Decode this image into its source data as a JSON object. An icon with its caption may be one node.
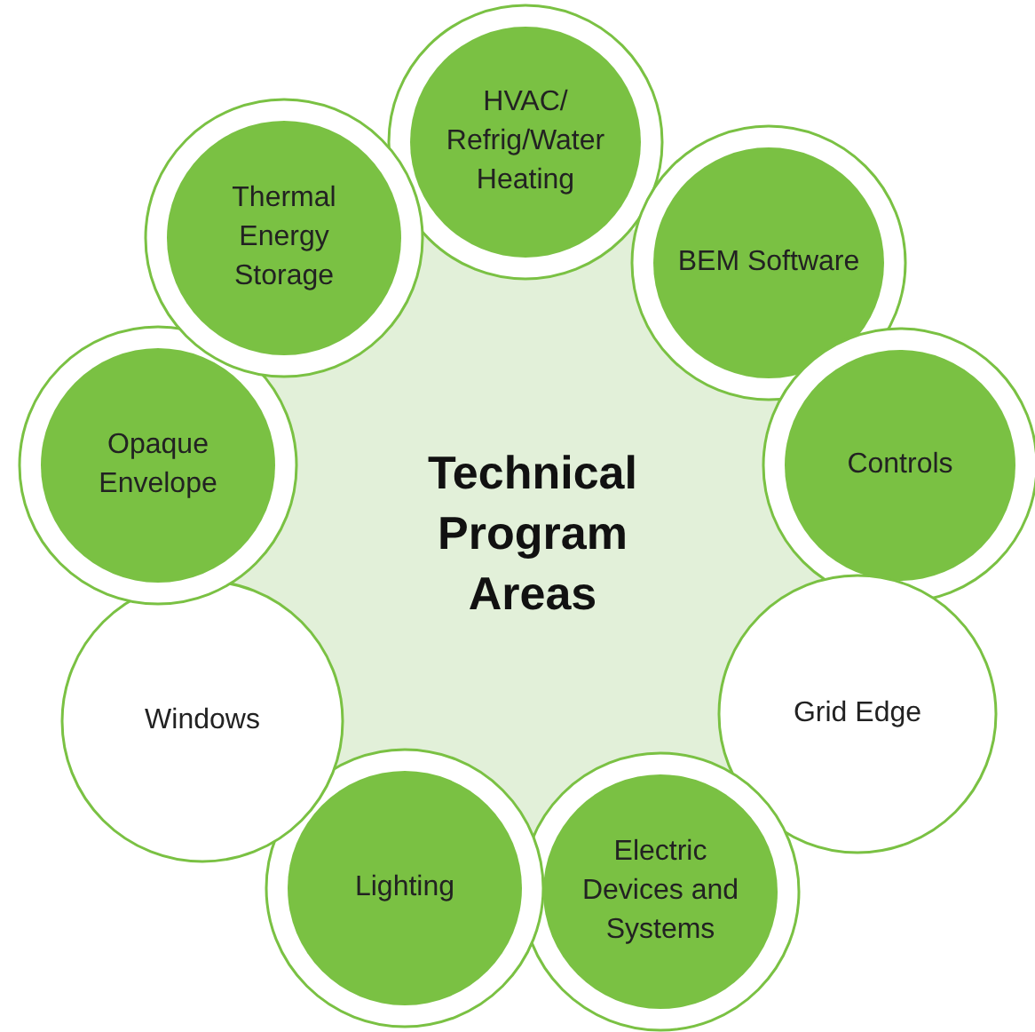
{
  "diagram": {
    "nodes": [
      {
        "text": [
          "Technical Program Areas"
        ]
      },
      {
        "text": [
          "HVAC/ Refrig/Water Heating"
        ]
      },
      {
        "text": [
          "BEM Software"
        ]
      },
      {
        "text": [
          "Controls"
        ]
      },
      {
        "text": [
          "Grid Edge"
        ]
      },
      {
        "text": [
          "Electric Devices and Systems"
        ]
      },
      {
        "text": [
          "Lighting"
        ]
      },
      {
        "text": [
          "Windows"
        ]
      },
      {
        "text": [
          "Opaque Envelope"
        ]
      },
      {
        "text": [
          "Thermal Energy Storage"
        ]
      }
    ]
  }
}
